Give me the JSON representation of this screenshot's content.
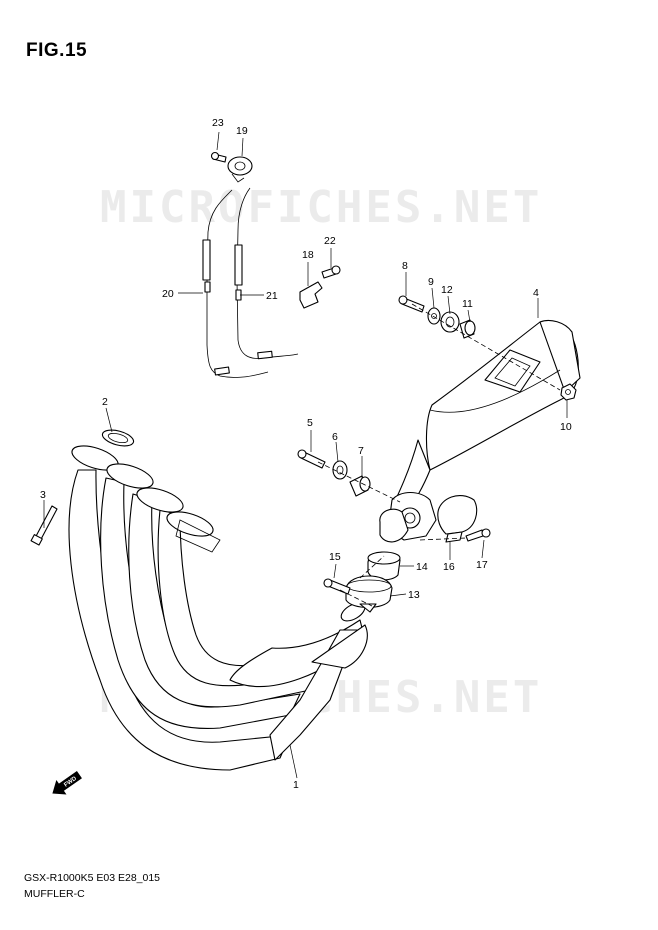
{
  "figure": {
    "title": "FIG.15",
    "model_code": "GSX-R1000K5 E03 E28_015",
    "section_name": "MUFFLER-C"
  },
  "watermark": "MICROFICHES.NET",
  "forward_marker": "FWD",
  "callouts": {
    "c1": "1",
    "c2": "2",
    "c3": "3",
    "c4": "4",
    "c5": "5",
    "c6": "6",
    "c7": "7",
    "c8": "8",
    "c9": "9",
    "c10": "10",
    "c11": "11",
    "c12": "12",
    "c13": "13",
    "c14": "14",
    "c15": "15",
    "c16": "16",
    "c17": "17",
    "c18": "18",
    "c19": "19",
    "c20": "20",
    "c21": "21",
    "c22": "22",
    "c23": "23"
  }
}
